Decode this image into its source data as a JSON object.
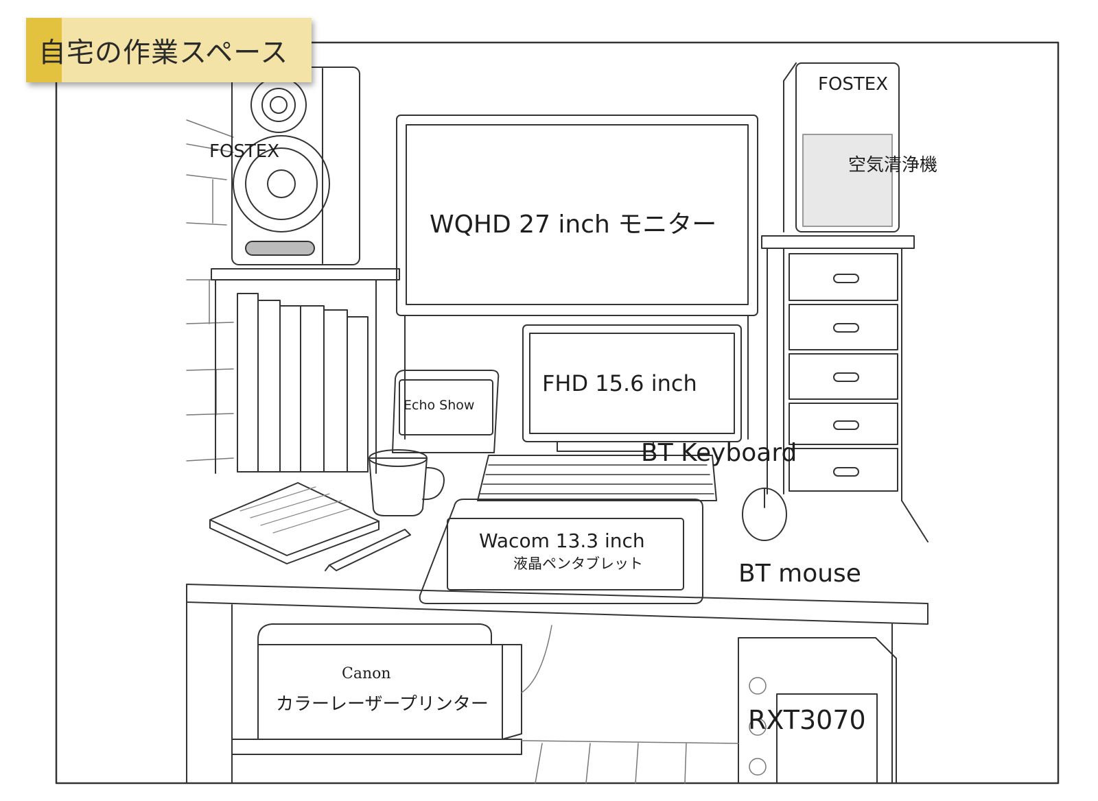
{
  "title": "自宅の作業スペース",
  "labels": {
    "speaker_left": "FOSTEX",
    "speaker_right": "FOSTEX",
    "air_purifier": "空気清浄機",
    "main_monitor": "WQHD 27 inch モニター",
    "sub_monitor": "FHD 15.6 inch",
    "echo_show": "Echo Show",
    "keyboard": "BT Keyboard",
    "tablet_model": "Wacom 13.3 inch",
    "tablet_type": "液晶ペンタブレット",
    "mouse": "BT mouse",
    "printer_brand": "Canon",
    "printer_type": "カラーレーザープリンター",
    "gpu": "RXT3070"
  },
  "colors": {
    "line": "#333333",
    "title_accent": "#e2c23e",
    "title_bg": "#f3e3a6",
    "grille": "#9a9a9a"
  }
}
